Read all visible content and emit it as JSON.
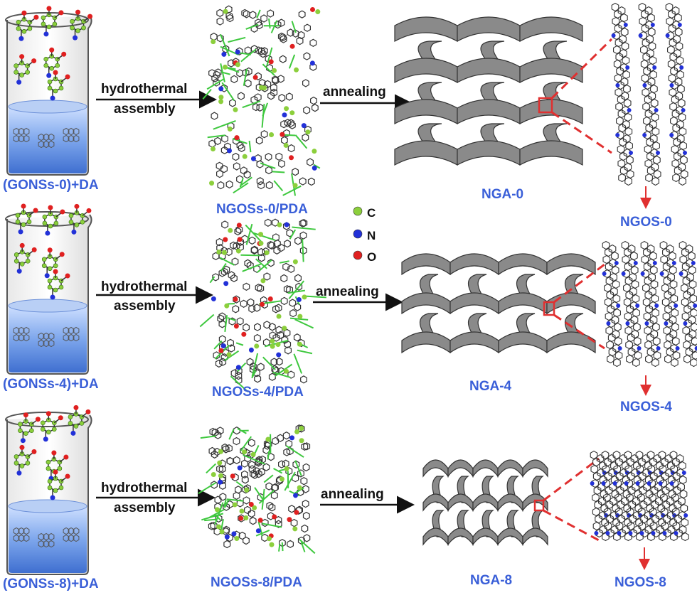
{
  "colors": {
    "label_blue": "#3a5fd8",
    "carbon": "#8ccf3c",
    "nitrogen": "#2231d8",
    "oxygen": "#e02020",
    "sheet_gray": "#8a8a8a",
    "highlight_red": "#e03030",
    "solution_blue": "#5a8de0",
    "bond_green": "#3ec83e"
  },
  "legend": [
    {
      "symbol": "C",
      "color": "#8ccf3c"
    },
    {
      "symbol": "N",
      "color": "#2231d8"
    },
    {
      "symbol": "O",
      "color": "#e02020"
    }
  ],
  "rows": [
    {
      "beaker_label": "(GONSs-0)+DA",
      "step1_line1": "hydrothermal",
      "step1_line2": "assembly",
      "assembly_label": "NGOSs-0/PDA",
      "step2": "annealing",
      "aerogel_label": "NGA-0",
      "sheet_label": "NGOS-0"
    },
    {
      "beaker_label": "(GONSs-4)+DA",
      "step1_line1": "hydrothermal",
      "step1_line2": "assembly",
      "assembly_label": "NGOSs-4/PDA",
      "step2": "annealing",
      "aerogel_label": "NGA-4",
      "sheet_label": "NGOS-4"
    },
    {
      "beaker_label": "(GONSs-8)+DA",
      "step1_line1": "hydrothermal",
      "step1_line2": "assembly",
      "assembly_label": "NGOSs-8/PDA",
      "step2": "annealing",
      "aerogel_label": "NGA-8",
      "sheet_label": "NGOS-8"
    }
  ]
}
